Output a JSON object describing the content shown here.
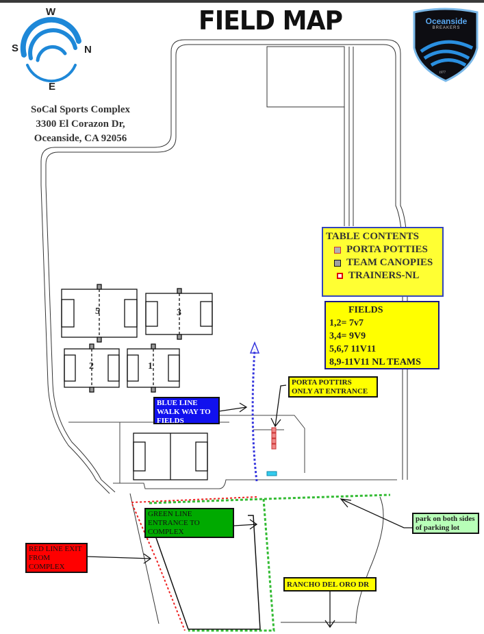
{
  "title": "FIELD MAP",
  "compass": {
    "n": "N",
    "s": "S",
    "e": "E",
    "w": "W"
  },
  "address": {
    "line1": "SoCal Sports Complex",
    "line2": "3300 El Corazon Dr,",
    "line3": "Oceanside, CA 92056"
  },
  "logo": {
    "name": "Oceanside",
    "sub": "BREAKERS",
    "year": "1977"
  },
  "legend": {
    "title": "TABLE CONTENTS",
    "items": [
      {
        "label": "PORTA POTTIES",
        "fill": "#b0b0b0",
        "border": "#cc3333"
      },
      {
        "label": "TEAM CANOPIES",
        "fill": "#a0a0a0",
        "border": "#111111"
      },
      {
        "label": "TRAINERS-NL",
        "fill": "#ffffff",
        "border": "#dd0000"
      }
    ]
  },
  "fields_box": {
    "title": "FIELDS",
    "lines": [
      "1,2= 7v7",
      "3,4= 9V9",
      "5,6,7 11V11",
      "8,9-11V11 NL TEAMS"
    ]
  },
  "field_numbers": [
    "5",
    "3",
    "2",
    "1"
  ],
  "callouts": {
    "porta": "PORTA POTTIRS ONLY AT ENTRANCE",
    "blue": "BLUE LINE WALK WAY TO FIELDS",
    "green": "GREEN LINE ENTRANCE TO COMPLEX",
    "red": "RED LINE EXIT FROM COMPLEX",
    "park": "park on both sides of parking lot",
    "road": "RANCHO DEL ORO DR"
  },
  "colors": {
    "blue_line": "#3333dd",
    "green_line": "#33bb33",
    "red_line": "#ee2222"
  }
}
